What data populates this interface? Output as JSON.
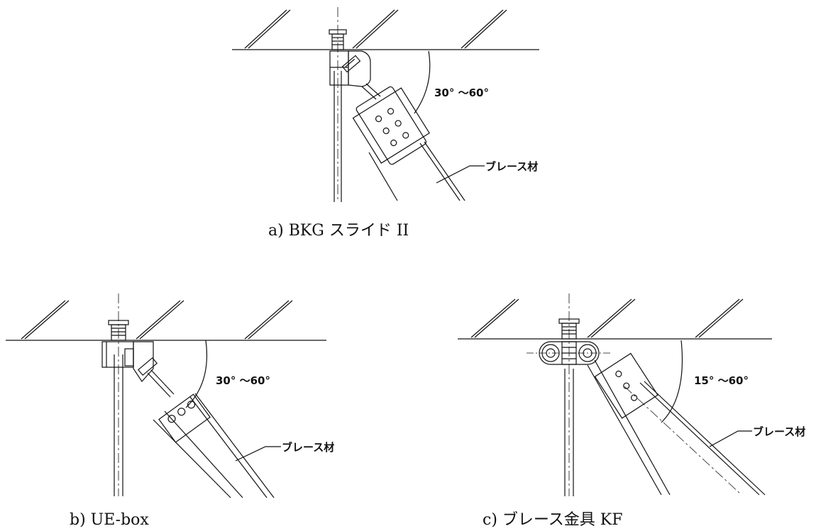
{
  "panels": {
    "a": {
      "caption": "a) BKG スライド II",
      "angle": "30° ～60°",
      "label": "ブレース材"
    },
    "b": {
      "caption": "b) UE-box",
      "angle": "30° ～60°",
      "label": "ブレース材"
    },
    "c": {
      "caption": "c) ブレース金具 KF",
      "angle": "15° ～60°",
      "label": "ブレース材"
    }
  },
  "colors": {
    "line": "#111111",
    "background": "#ffffff"
  }
}
